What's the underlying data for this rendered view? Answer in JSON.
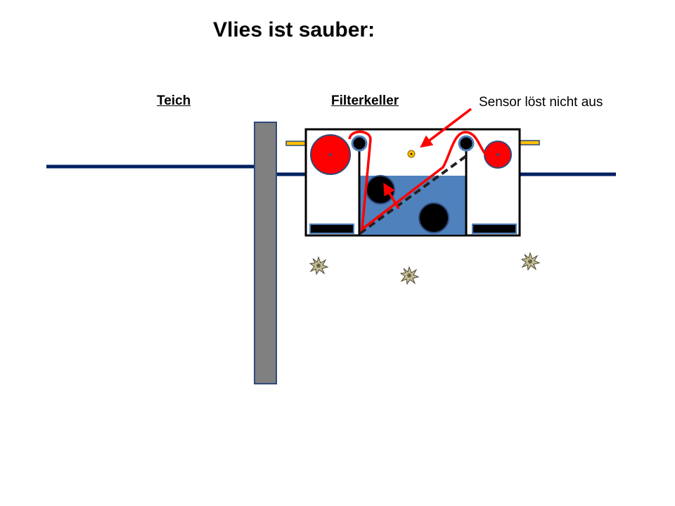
{
  "title": "Vlies ist sauber:",
  "labels": {
    "teich": "Teich",
    "filterkeller": "Filterkeller",
    "sensor_note": "Sensor löst nicht aus"
  },
  "colors": {
    "water": "#002060",
    "wall": "#808080",
    "wall_border": "#2F4A7A",
    "fleece_roll": "#FF0000",
    "basin": "#4F81BD",
    "sensor": "#FFC000",
    "arrow": "#FF0000",
    "debris": "#C4BD97"
  }
}
